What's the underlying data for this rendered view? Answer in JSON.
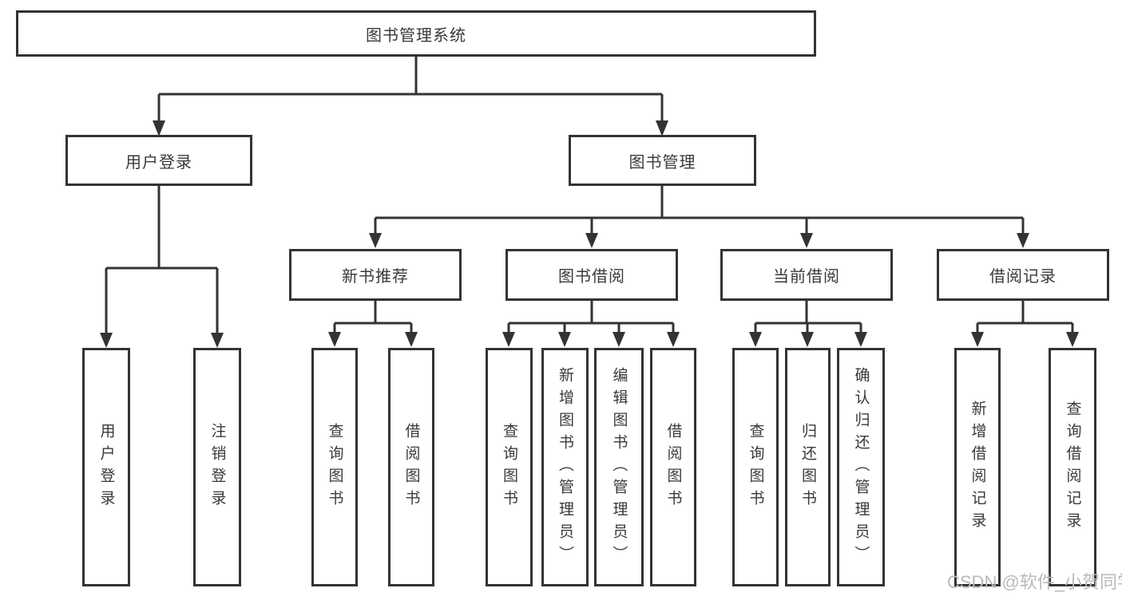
{
  "diagram": {
    "colors": {
      "line": "#333333",
      "text": "#3a3a3a",
      "background": "#ffffff",
      "watermark": "#b9b9b9"
    },
    "watermark": "CSDN @软件_小贺同学",
    "nodes": {
      "root": "图书管理系统",
      "user_login_branch": "用户登录",
      "book_mgmt_branch": "图书管理",
      "new_book_rec": "新书推荐",
      "book_borrow": "图书借阅",
      "current_borrow": "当前借阅",
      "borrow_records": "借阅记录",
      "leaf_user_login": "用户登录",
      "leaf_logout": "注销登录",
      "leaf_nb_query_book": "查询图书",
      "leaf_nb_borrow_book": "借阅图书",
      "leaf_bb_query_book": "查询图书",
      "leaf_bb_add_book": "新增图书（管理员）",
      "leaf_bb_edit_book": "编辑图书（管理员）",
      "leaf_bb_borrow_book": "借阅图书",
      "leaf_cb_query_book": "查询图书",
      "leaf_cb_return_book": "归还图书",
      "leaf_cb_confirm_return": "确认归还（管理员）",
      "leaf_br_add_record": "新增借阅记录",
      "leaf_br_query_record": "查询借阅记录"
    }
  }
}
